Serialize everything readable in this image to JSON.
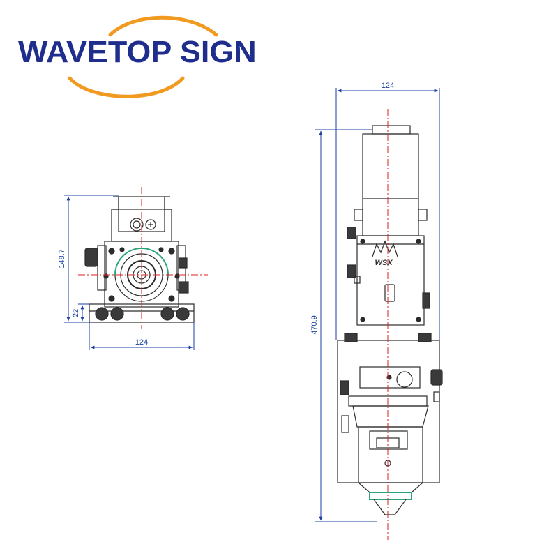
{
  "brand": {
    "name": "WAVETOP SIGN",
    "text_color": "#1f2e8c",
    "arc_color": "#f29a1f"
  },
  "drawing": {
    "line_color": "#2b2b2b",
    "dimension_color": "#1a3fa0",
    "centerline_color": "#d92020",
    "engraving": "WSX",
    "front_view": {
      "width_label": "124",
      "height_label": "148.7",
      "base_height_label": "22"
    },
    "side_view": {
      "width_label": "124",
      "height_label": "470.9"
    }
  }
}
